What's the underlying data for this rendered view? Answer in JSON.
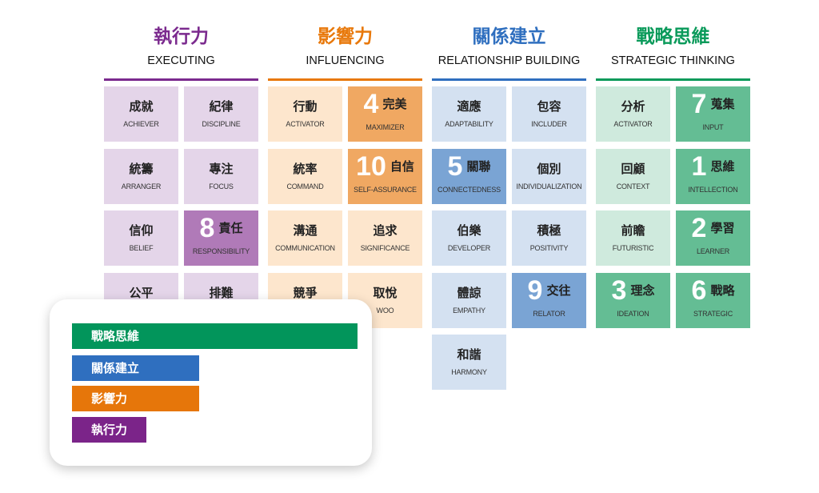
{
  "domains": [
    {
      "cn": "執行力",
      "en": "EXECUTING",
      "color": "#7b2a8e",
      "light": "#e4d5e9",
      "dark": "#b07ab8",
      "themes": [
        {
          "cn": "成就",
          "en": "ACHIEVER"
        },
        {
          "cn": "紀律",
          "en": "DISCIPLINE"
        },
        {
          "cn": "統籌",
          "en": "ARRANGER"
        },
        {
          "cn": "專注",
          "en": "FOCUS"
        },
        {
          "cn": "信仰",
          "en": "BELIEF"
        },
        {
          "cn": "責任",
          "en": "RESPONSIBILITY",
          "rank": "8"
        },
        {
          "cn": "公平",
          "en": ""
        },
        {
          "cn": "排難",
          "en": ""
        }
      ]
    },
    {
      "cn": "影響力",
      "en": "INFLUENCING",
      "color": "#e8780a",
      "light": "#fde6cd",
      "dark": "#f0a862",
      "themes": [
        {
          "cn": "行動",
          "en": "ACTIVATOR"
        },
        {
          "cn": "完美",
          "en": "MAXIMIZER",
          "rank": "4"
        },
        {
          "cn": "統率",
          "en": "COMMAND"
        },
        {
          "cn": "自信",
          "en": "SELF-ASSURANCE",
          "rank": "10"
        },
        {
          "cn": "溝通",
          "en": "COMMUNICATION"
        },
        {
          "cn": "追求",
          "en": "SIGNIFICANCE"
        },
        {
          "cn": "競爭",
          "en": ""
        },
        {
          "cn": "取悅",
          "en": "WOO"
        }
      ]
    },
    {
      "cn": "關係建立",
      "en": "RELATIONSHIP BUILDING",
      "color": "#2f6fbf",
      "light": "#d4e1f1",
      "dark": "#7aa4d4",
      "themes": [
        {
          "cn": "適應",
          "en": "ADAPTABILITY"
        },
        {
          "cn": "包容",
          "en": "INCLUDER"
        },
        {
          "cn": "關聯",
          "en": "CONNECTEDNESS",
          "rank": "5"
        },
        {
          "cn": "個別",
          "en": "INDIVIDUALIZATION"
        },
        {
          "cn": "伯樂",
          "en": "DEVELOPER"
        },
        {
          "cn": "積極",
          "en": "POSITIVITY"
        },
        {
          "cn": "體諒",
          "en": "EMPATHY"
        },
        {
          "cn": "交往",
          "en": "RELATOR",
          "rank": "9"
        },
        {
          "cn": "和諧",
          "en": "HARMONY"
        }
      ]
    },
    {
      "cn": "戰略思維",
      "en": "STRATEGIC THINKING",
      "color": "#0a9a5a",
      "light": "#cfeadd",
      "dark": "#64bd94",
      "themes": [
        {
          "cn": "分析",
          "en": "ACTIVATOR"
        },
        {
          "cn": "蒐集",
          "en": "INPUT",
          "rank": "7"
        },
        {
          "cn": "回顧",
          "en": "CONTEXT"
        },
        {
          "cn": "思維",
          "en": "INTELLECTION",
          "rank": "1"
        },
        {
          "cn": "前瞻",
          "en": "FUTURISTIC"
        },
        {
          "cn": "學習",
          "en": "LEARNER",
          "rank": "2"
        },
        {
          "cn": "理念",
          "en": "IDEATION",
          "rank": "3"
        },
        {
          "cn": "戰略",
          "en": "STRATEGIC",
          "rank": "6"
        }
      ]
    }
  ],
  "summary": [
    {
      "label": "戰略思維",
      "count": 5,
      "color": "#02955b"
    },
    {
      "label": "關係建立",
      "count": 2,
      "color": "#2f6fbf"
    },
    {
      "label": "影響力",
      "count": 2,
      "color": "#e6760a"
    },
    {
      "label": "執行力",
      "count": 1,
      "color": "#7b2489"
    }
  ]
}
